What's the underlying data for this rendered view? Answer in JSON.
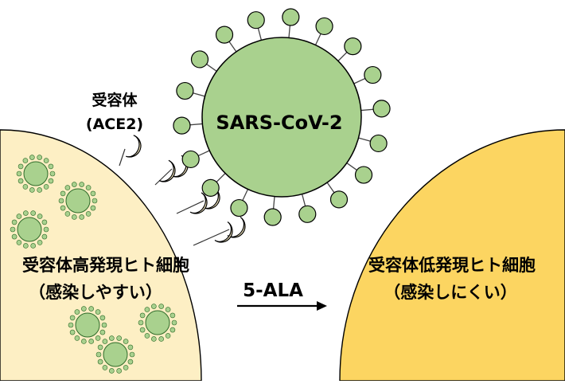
{
  "virus": {
    "name": "SARS-CoV-2"
  },
  "receptor": {
    "label_line1": "受容体",
    "label_line2": "(ACE2)"
  },
  "left_cell": {
    "label_line1": "受容体高発現ヒト細胞",
    "label_line2": "（感染しやすい）"
  },
  "arrow": {
    "label": "5-ALA"
  },
  "right_cell": {
    "label_line1": "受容体低発現ヒト細胞",
    "label_line2": "（感染しにくい）"
  },
  "colors": {
    "virus_fill": "#a9d18e",
    "virus_stroke": "#000000",
    "left_cell_fill": "#fdefc4",
    "right_cell_fill": "#fcd561",
    "receptor_fill": "#fff3c9"
  }
}
